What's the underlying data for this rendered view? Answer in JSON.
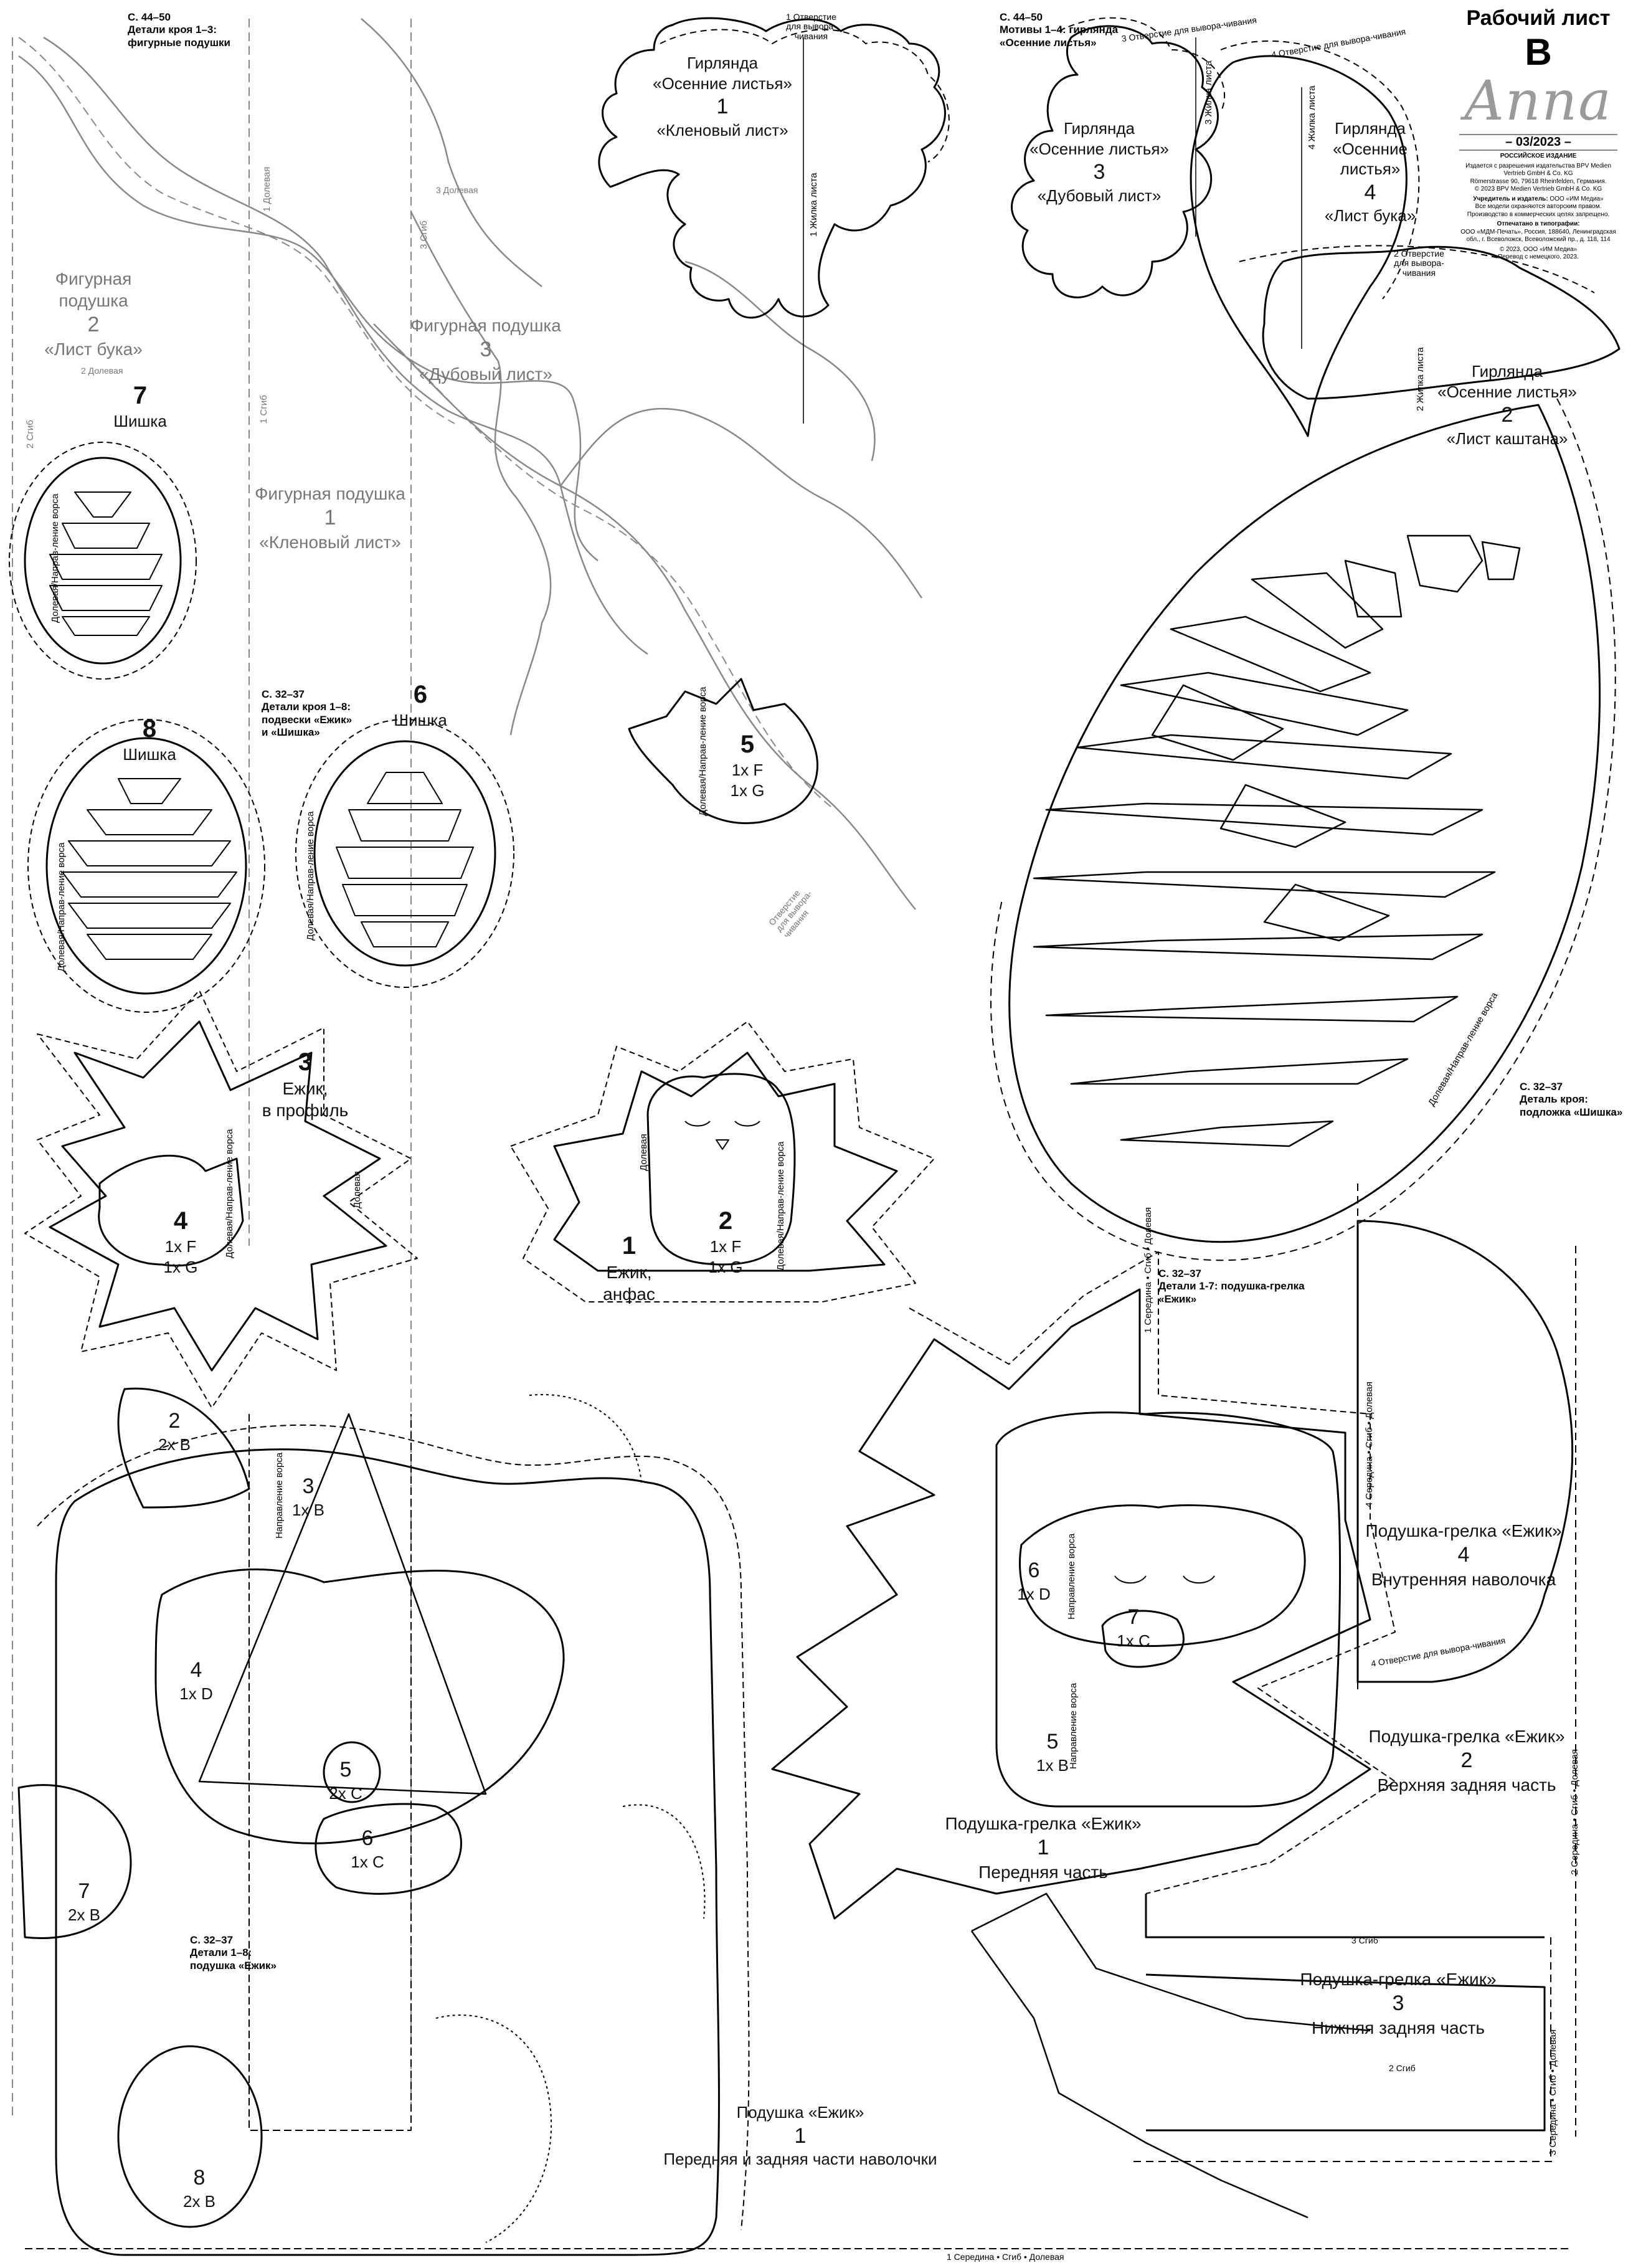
{
  "sheet_title": "Рабочий лист",
  "sheet_letter": "B",
  "publisher_box": {
    "logo": "Anna",
    "issue": "– 03/2023 –",
    "edition": "РОССИЙСКОЕ ИЗДАНИЕ",
    "publisher_lines": [
      "Издается с разрешения издательства BPV Medien",
      "Vertrieb GmbH & Co. KG",
      "Römerstrasse 90, 79618 Rheinfelden, Германия.",
      "© 2023 BPV Medien Vertrieb GmbH & Co. KG"
    ],
    "founder_label": "Учредитель и издатель:",
    "founder_value": "ООО «ИМ Медиа»",
    "rights_lines": [
      "Все модели охраняются авторским правом.",
      "Производство в коммерческих целях запрещено."
    ],
    "print_label": "Отпечатано в типографии:",
    "print_lines": [
      "ООО «МДМ-Печать», Россия, 188640, Ленинградская",
      "обл., г. Всеволожск, Всеволожский пр., д. 118, 114"
    ],
    "copyright_lines": [
      "© 2023, ООО «ИМ Медиа»",
      "Перевод с немецкого, 2023."
    ]
  },
  "section_headers": {
    "pillows_page": "С. 44–50",
    "pillows_desc": [
      "Детали кроя 1–3:",
      "фигурные подушки"
    ],
    "garland_page": "С. 44–50",
    "garland_desc": [
      "Мотивы 1–4: гирлянда",
      "«Осенние листья»"
    ],
    "pendants_page": "С. 32–37",
    "pendants_desc": [
      "Детали кроя 1–8:",
      "подвески «Ежик»",
      "и «Шишка»"
    ],
    "base_page": "С. 32–37",
    "base_desc": [
      "Деталь кроя:",
      "подложка «Шишка»"
    ],
    "hotwater_page": "С. 32–37",
    "hotwater_desc": [
      "Детали 1-7: подушка-грелка",
      "«Ежик»"
    ],
    "hedgehog_pillow_page": "С. 32–37",
    "hedgehog_pillow_desc": [
      "Детали 1–8:",
      "подушка «Ежик»"
    ]
  },
  "garland": {
    "maple": {
      "l1": "Гирлянда",
      "l2": "«Осенние листья»",
      "num": "1",
      "name": "«Кленовый лист»"
    },
    "oak": {
      "l1": "Гирлянда",
      "l2": "«Осенние листья»",
      "num": "3",
      "name": "«Дубовый лист»"
    },
    "beech": {
      "l1": "Гирлянда",
      "l2": "«Осенние листья»",
      "num": "4",
      "name": "«Лист бука»"
    },
    "chestnut": {
      "l1": "Гирлянда",
      "l2": "«Осенние листья»",
      "num": "2",
      "name": "«Лист каштана»"
    }
  },
  "shaped_pillows": {
    "beech": {
      "l1": "Фигурная",
      "l2": "подушка",
      "num": "2",
      "name": "«Лист бука»"
    },
    "oak": {
      "l1": "Фигурная подушка",
      "num": "3",
      "name": "«Дубовый лист»"
    },
    "maple": {
      "l1": "Фигурная подушка",
      "num": "1",
      "name": "«Кленовый лист»"
    }
  },
  "pendants": {
    "p7": {
      "num": "7",
      "name": "Шишка"
    },
    "p8": {
      "num": "8",
      "name": "Шишка"
    },
    "p6": {
      "num": "6",
      "name": "Шишка"
    },
    "p5": {
      "num": "5",
      "qty1": "1x F",
      "qty2": "1x G"
    },
    "p3": {
      "num": "3",
      "l1": "Ежик,",
      "l2": "в профиль"
    },
    "p4": {
      "num": "4",
      "qty1": "1x F",
      "qty2": "1x G"
    },
    "p1": {
      "num": "1",
      "l1": "Ежик,",
      "l2": "анфас"
    },
    "p2": {
      "num": "2",
      "qty1": "1x F",
      "qty2": "1x G"
    }
  },
  "hedgehog_pillow": {
    "main": {
      "l1": "Подушка «Ежик»",
      "num": "1",
      "l2": "Передняя и задняя части наволочки"
    },
    "p2": {
      "num": "2",
      "qty": "2x B"
    },
    "p3": {
      "num": "3",
      "qty": "1x B"
    },
    "p4": {
      "num": "4",
      "qty": "1x D"
    },
    "p5": {
      "num": "5",
      "qty": "2x C"
    },
    "p6": {
      "num": "6",
      "qty": "1x C"
    },
    "p7": {
      "num": "7",
      "qty": "2x B"
    },
    "p8": {
      "num": "8",
      "qty": "2x B"
    }
  },
  "hot_water": {
    "front": {
      "l1": "Подушка-грелка «Ежик»",
      "num": "1",
      "l2": "Передняя часть"
    },
    "upper_back": {
      "l1": "Подушка-грелка «Ежик»",
      "num": "2",
      "l2": "Верхняя задняя часть"
    },
    "lower_back": {
      "l1": "Подушка-грелка «Ежик»",
      "num": "3",
      "l2": "Нижняя задняя часть"
    },
    "inner": {
      "l1": "Подушка-грелка «Ежик»",
      "num": "4",
      "l2": "Внутренняя наволочка"
    },
    "p5": {
      "num": "5",
      "qty": "1x B"
    },
    "p6": {
      "num": "6",
      "qty": "1x D"
    },
    "p7": {
      "num": "7",
      "qty": "1x C"
    }
  },
  "markings": {
    "grain_1": "1  Долевая",
    "grain_2": "2  Долевая",
    "grain_3": "3  Долевая",
    "fold_1": "1  Сгиб",
    "fold_2": "2  Сгиб",
    "fold_3": "3  Сгиб",
    "fold_2b": "2  Сгиб",
    "fold_3b": "3  Сгиб",
    "opening": "Отверстие",
    "for_turning": "для вывора-",
    "turning_end": "чивания",
    "opening_1": "1 Отверстие",
    "opening_2": "2 Отверстие",
    "opening_3": "3 Отверстие",
    "opening_4": "4 Отверстие",
    "vein_1": "1 Жилка листа",
    "vein_2": "2 Жилка листа",
    "vein_3": "3 Жилка листа",
    "vein_4": "4 Жилка листа",
    "nap_grain": "Долевая/Направ-",
    "nap_end": "ление ворса",
    "grain_short": "Долевая",
    "nap_full": "Направление ворса",
    "center_fold_1": "1  Середина • Сгиб • Долевая",
    "center_fold_2": "2  Середина • Сгиб • Долевая",
    "center_fold_3": "3  Середина • Сгиб • Долевая",
    "center_fold_4": "4  Середина • Сгиб • Долевая",
    "center_fold_bottom": "1  Середина • Сгиб • Долевая"
  }
}
